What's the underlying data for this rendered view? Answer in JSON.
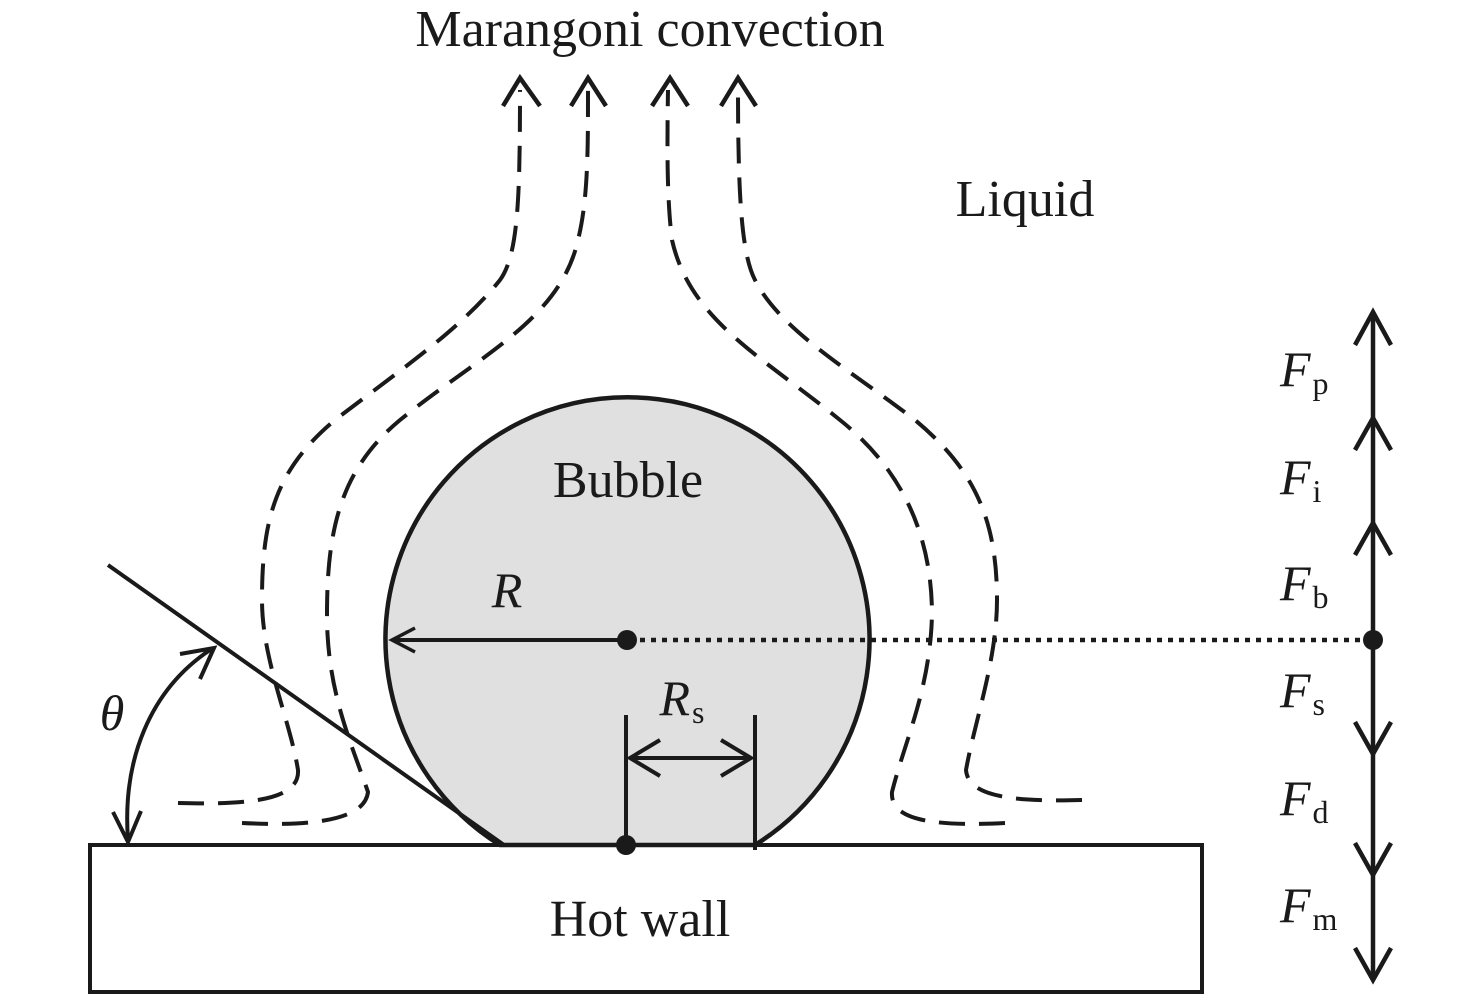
{
  "title": "Marangoni convection",
  "labels": {
    "liquid": "Liquid",
    "bubble": "Bubble",
    "hot_wall": "Hot wall",
    "radius": "R",
    "radius_s_main": "R",
    "radius_s_sub": "s",
    "angle": "θ"
  },
  "forces": [
    {
      "main": "F",
      "sub": "p"
    },
    {
      "main": "F",
      "sub": "i"
    },
    {
      "main": "F",
      "sub": "b"
    },
    {
      "main": "F",
      "sub": "s"
    },
    {
      "main": "F",
      "sub": "d"
    },
    {
      "main": "F",
      "sub": "m"
    }
  ],
  "colors": {
    "ink": "#1a1a1a",
    "bubble_fill": "#e0e0e0"
  }
}
